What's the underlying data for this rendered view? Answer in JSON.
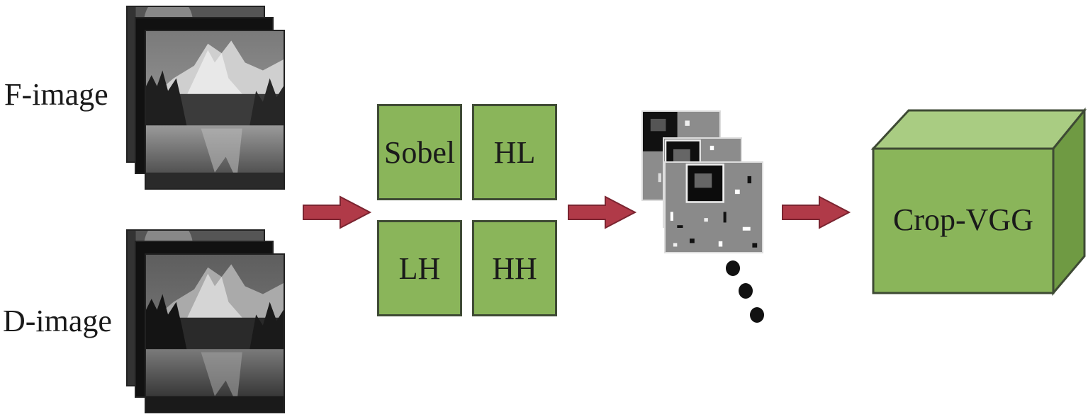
{
  "inputs": {
    "f_label": "F-image",
    "d_label": "D-image"
  },
  "filters": {
    "sobel": "Sobel",
    "hl": "HL",
    "lh": "LH",
    "hh": "HH"
  },
  "model": {
    "label": "Crop-VGG"
  },
  "colors": {
    "filter_fill": "#8ab55a",
    "cube_front": "#8ab55a",
    "cube_top": "#a9cc82",
    "cube_side": "#6f9a43",
    "arrow": "#b03a48"
  },
  "icons": {
    "arrow": "right-arrow-icon",
    "ellipsis": "vertical-ellipsis-icon"
  }
}
